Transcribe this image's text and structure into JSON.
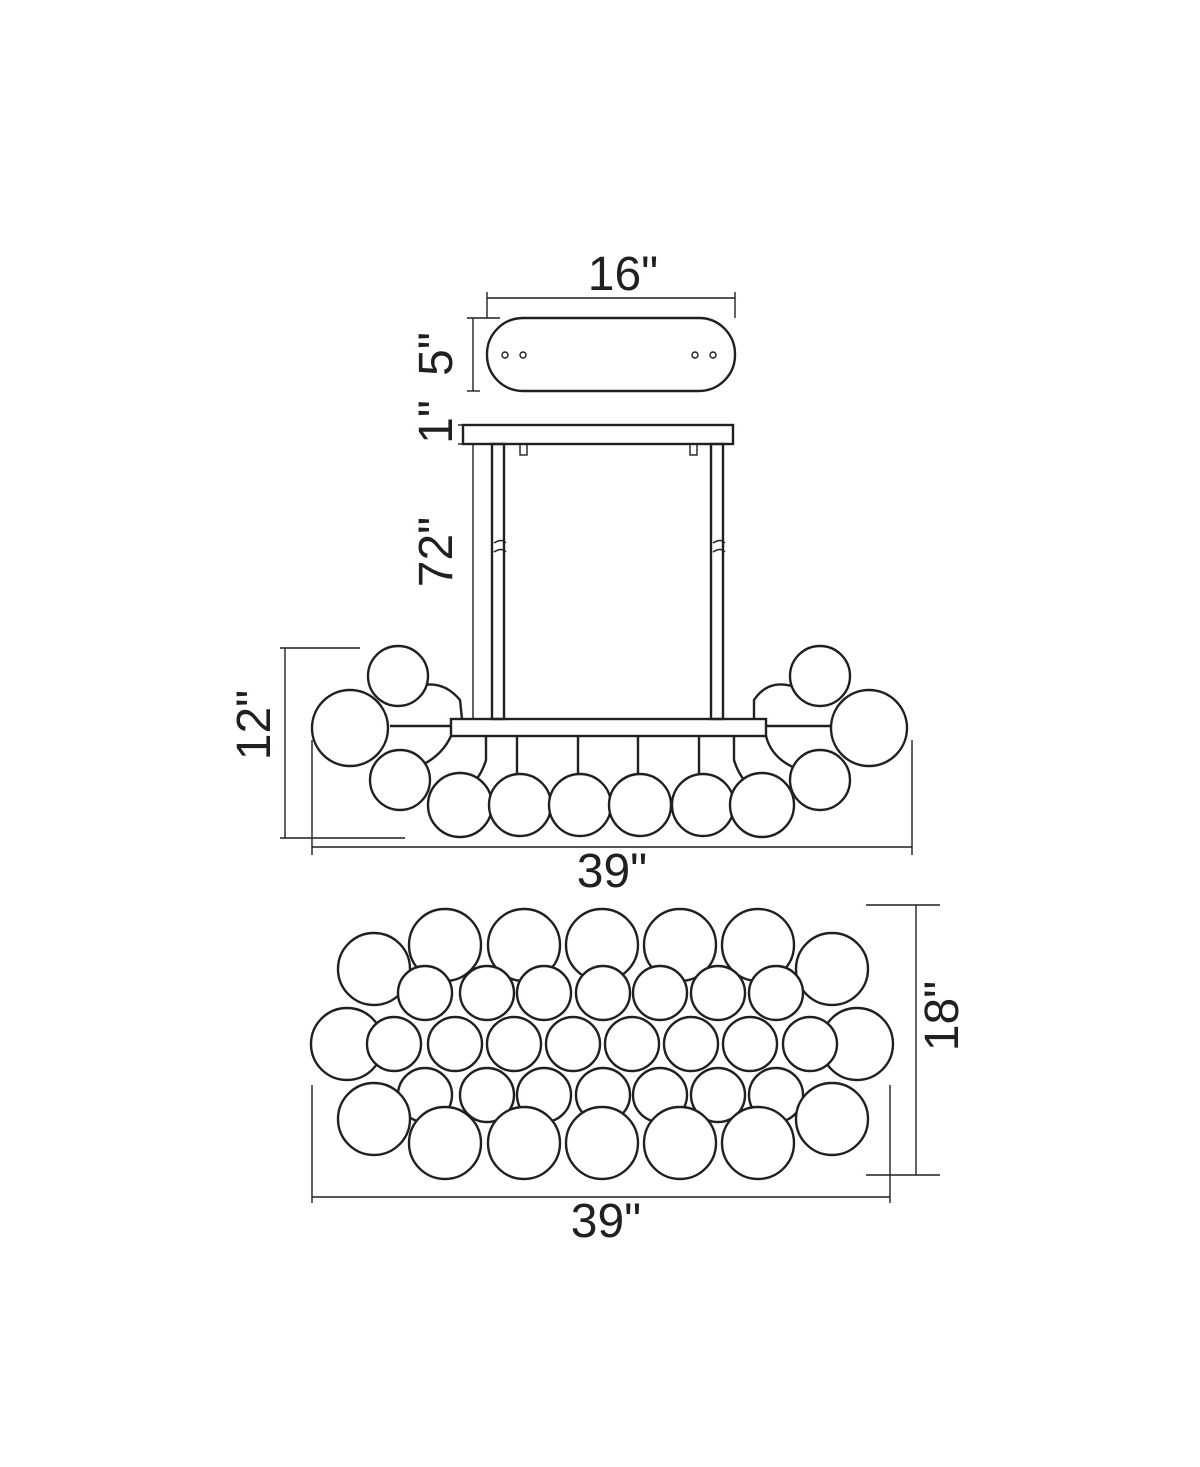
{
  "dimensions": {
    "canopy_width": "16\"",
    "canopy_depth": "5\"",
    "canopy_height": "1\"",
    "rod_length": "72\"",
    "fixture_height": "12\"",
    "side_view_width": "39\"",
    "top_view_width": "39\"",
    "top_view_depth": "18\""
  },
  "colors": {
    "line": "#231f20",
    "background": "#ffffff"
  }
}
